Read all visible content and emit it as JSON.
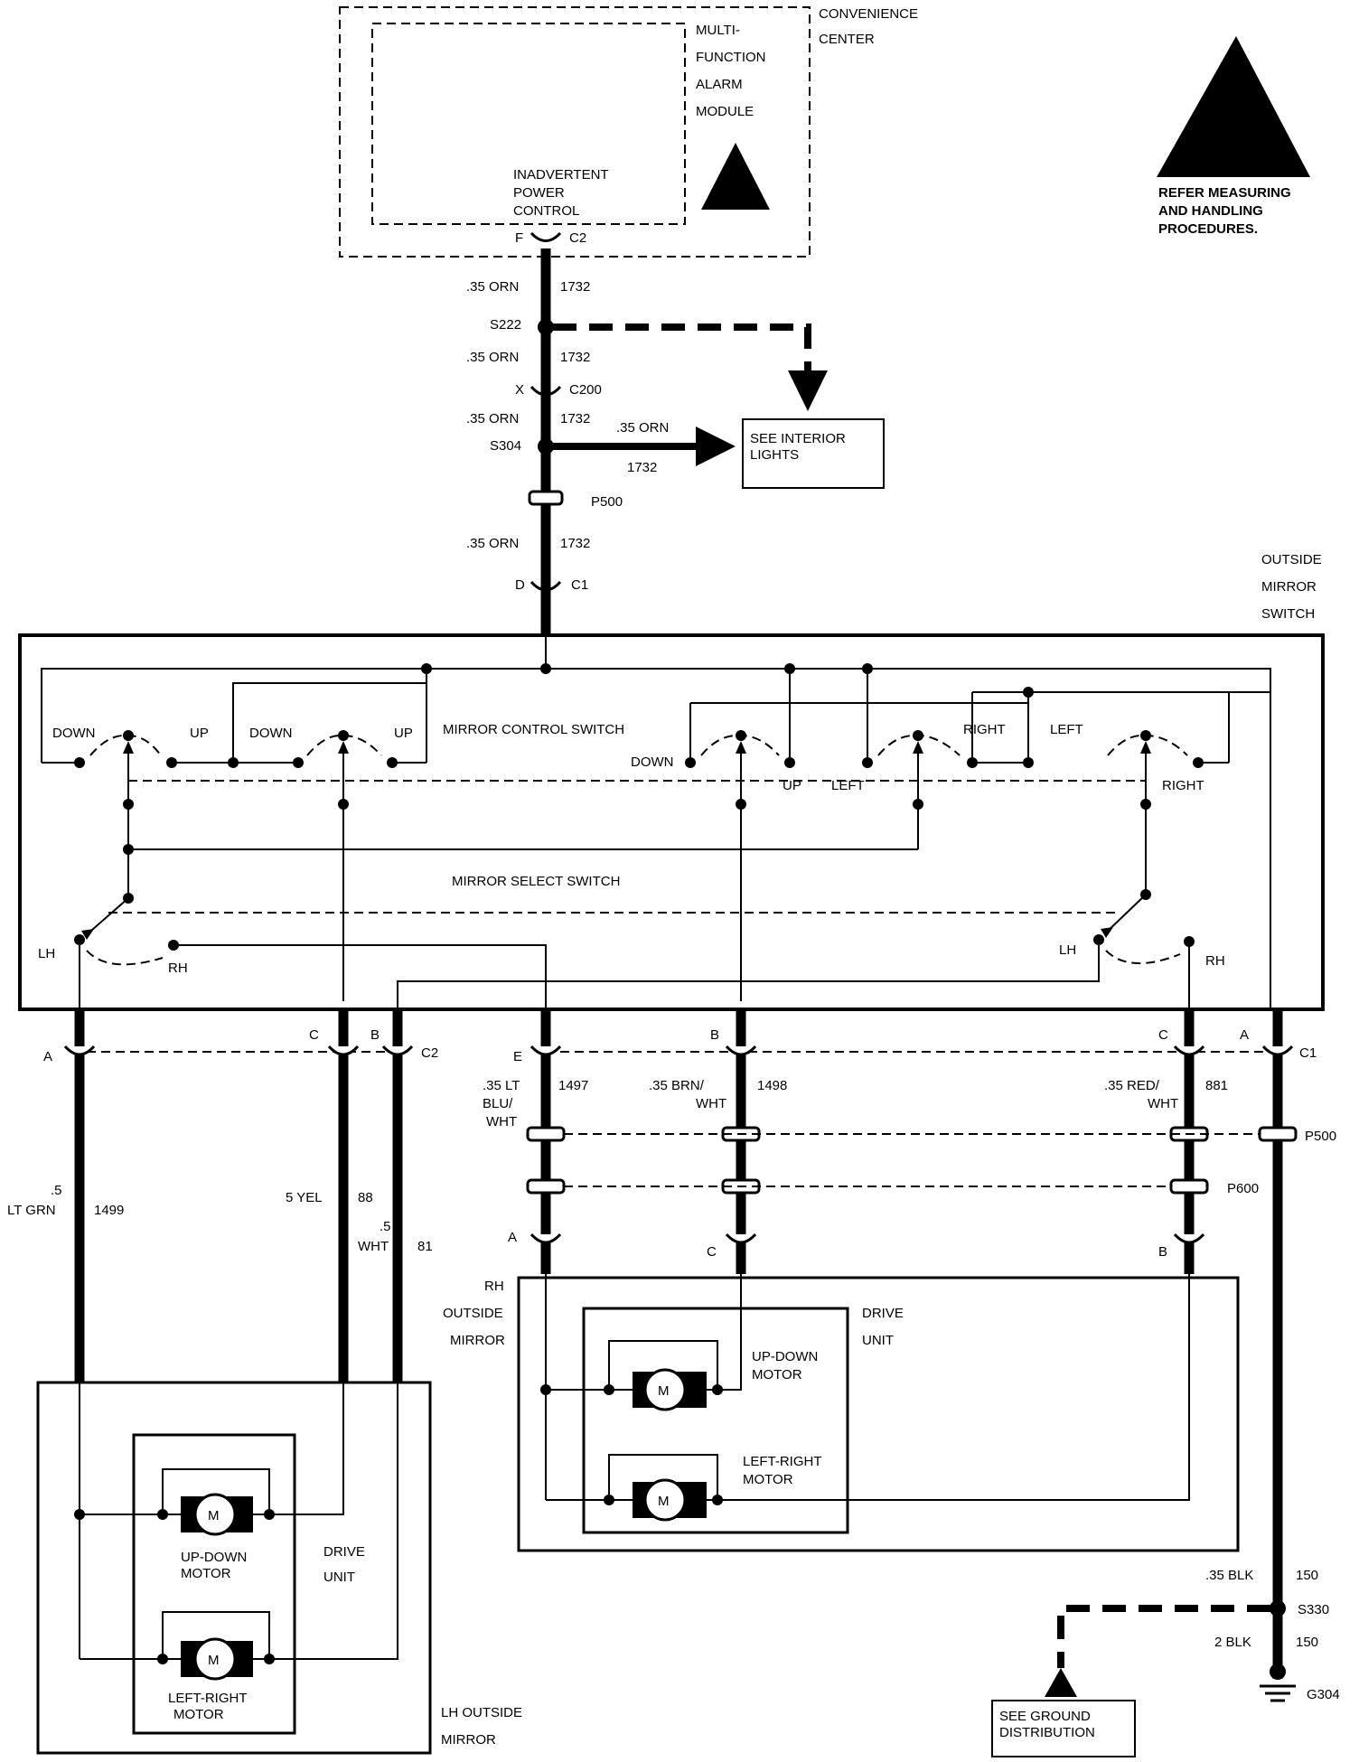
{
  "convenience_center": {
    "line1": "CONVENIENCE",
    "line2": "CENTER"
  },
  "alarm_module": {
    "line1": "MULTI-",
    "line2": "FUNCTION",
    "line3": "ALARM",
    "line4": "MODULE"
  },
  "inadvertent": {
    "line1": "INADVERTENT",
    "line2": "POWER",
    "line3": "CONTROL"
  },
  "esd_note": {
    "line1": "REFER MEASURING",
    "line2": "AND HANDLING",
    "line3": "PROCEDURES."
  },
  "connectors": {
    "f": "F",
    "c2": "C2",
    "s222": "S222",
    "x": "X",
    "c200": "C200",
    "s304": "S304",
    "p500": "P500",
    "d": "D",
    "c1": "C1"
  },
  "wire_main": {
    "gauge": ".35 ORN",
    "circuit": "1732"
  },
  "see_interior": {
    "line1": "SEE INTERIOR",
    "line2": "LIGHTS"
  },
  "outside_mirror_switch": {
    "line1": "OUTSIDE",
    "line2": "MIRROR",
    "line3": "SWITCH"
  },
  "switch_labels": {
    "down": "DOWN",
    "up": "UP",
    "mirror_control": "MIRROR CONTROL SWITCH",
    "left": "LEFT",
    "right": "RIGHT",
    "mirror_select": "MIRROR SELECT SWITCH",
    "lh": "LH",
    "rh": "RH"
  },
  "pins": {
    "a": "A",
    "b": "B",
    "c": "C",
    "e": "E",
    "c1": "C1",
    "c2": "C2",
    "p500": "P500",
    "p600": "P600"
  },
  "wires": {
    "lt_blu_1": ".35 LT",
    "lt_blu_2": "BLU/",
    "lt_blu_3": "WHT",
    "lt_blu_num": "1497",
    "brn_1": ".35 BRN/",
    "brn_2": "WHT",
    "brn_num": "1498",
    "red_1": ".35 RED/",
    "red_2": "WHT",
    "red_num": "881",
    "grn_1": ".5",
    "grn_2": "LT GRN",
    "grn_num": "1499",
    "yel": "5 YEL",
    "yel_num": "88",
    "wht_1": ".5",
    "wht_2": "WHT",
    "wht_num": "81",
    "blk1": ".35 BLK",
    "blk1_num": "150",
    "blk2": "2 BLK",
    "blk2_num": "150"
  },
  "rh_mirror": {
    "line1": "RH",
    "line2": "OUTSIDE",
    "line3": "MIRROR"
  },
  "drive_unit": {
    "line1": "DRIVE",
    "line2": "UNIT"
  },
  "motors": {
    "m": "M",
    "ud1": "UP-DOWN",
    "ud2": "MOTOR",
    "lr1": "LEFT-RIGHT",
    "lr2": "MOTOR"
  },
  "lh_mirror": {
    "line1": "LH OUTSIDE",
    "line2": "MIRROR"
  },
  "ground": {
    "s330": "S330",
    "g304": "G304",
    "see1": "SEE GROUND",
    "see2": "DISTRIBUTION"
  }
}
